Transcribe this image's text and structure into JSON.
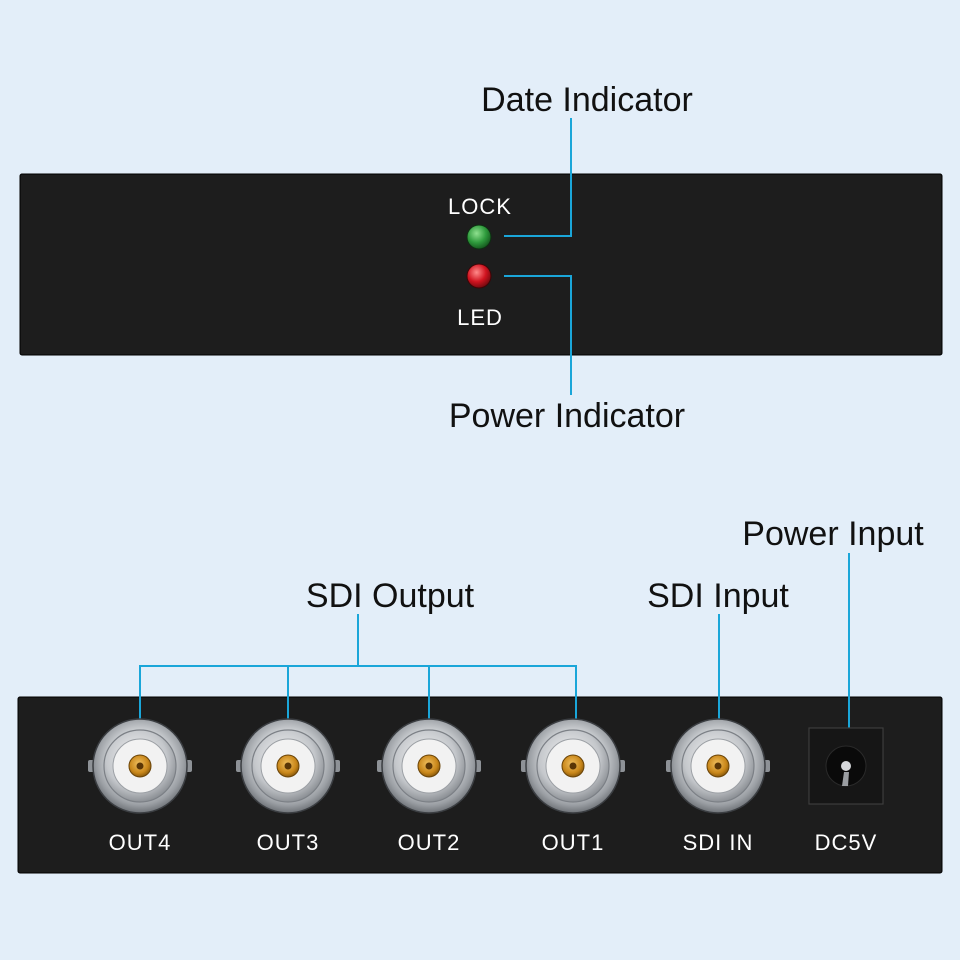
{
  "colors": {
    "background": "#e3eef9",
    "device_body": "#1d1d1d",
    "leader_line": "#1aa6d9",
    "lock_led": "#2e9a3c",
    "power_led": "#d0131f",
    "connector_metal": "#c9ccd0",
    "connector_pin": "#c9871a"
  },
  "front_panel": {
    "led_top_label": "LOCK",
    "led_bottom_label": "LED",
    "callouts": {
      "lock": "Date Indicator",
      "power": "Power Indicator"
    }
  },
  "rear_panel": {
    "callouts": {
      "outputs": "SDI Output",
      "input": "SDI Input",
      "power": "Power Input"
    },
    "ports": [
      {
        "label": "OUT4",
        "type": "bnc",
        "icon": "bnc-connector-icon"
      },
      {
        "label": "OUT3",
        "type": "bnc",
        "icon": "bnc-connector-icon"
      },
      {
        "label": "OUT2",
        "type": "bnc",
        "icon": "bnc-connector-icon"
      },
      {
        "label": "OUT1",
        "type": "bnc",
        "icon": "bnc-connector-icon"
      },
      {
        "label": "SDI IN",
        "type": "bnc",
        "icon": "bnc-connector-icon"
      },
      {
        "label": "DC5V",
        "type": "dc-jack",
        "icon": "dc-jack-icon"
      }
    ]
  }
}
